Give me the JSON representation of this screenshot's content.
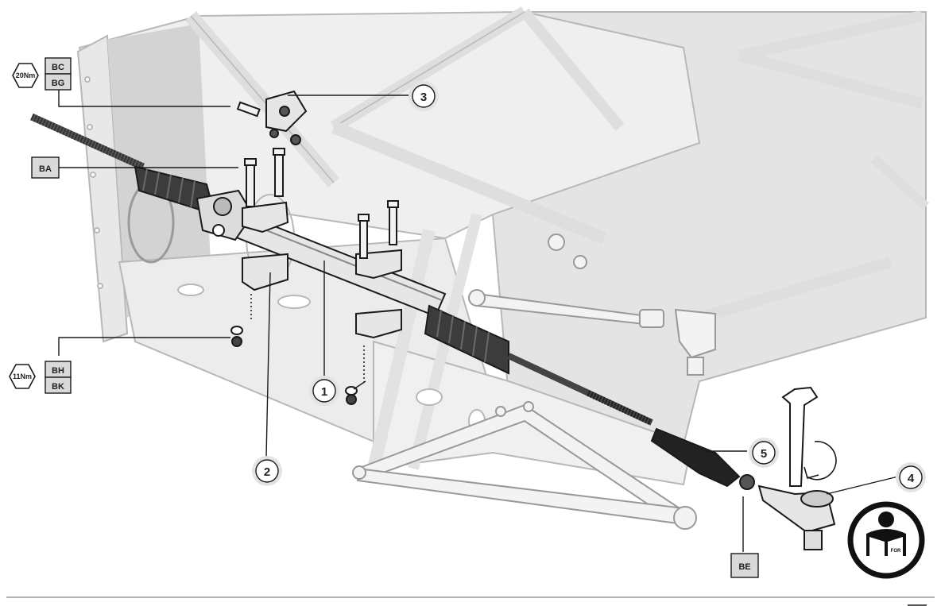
{
  "torque_badges": [
    {
      "value": "20Nm",
      "codes": [
        "BC",
        "BG"
      ]
    },
    {
      "value": "11Nm",
      "codes": [
        "BH",
        "BK"
      ]
    }
  ],
  "code_labels": {
    "ba": "BA",
    "be": "BE"
  },
  "callouts": {
    "one": "1",
    "two": "2",
    "three": "3",
    "four": "4",
    "five": "5"
  },
  "manual_icon": {
    "book_text": "FOR"
  },
  "colors": {
    "frame": "#e6e6e6",
    "frame_stroke": "#b8b8b8",
    "ink": "#1a1a1a",
    "label_fill": "#d9d9d9"
  }
}
